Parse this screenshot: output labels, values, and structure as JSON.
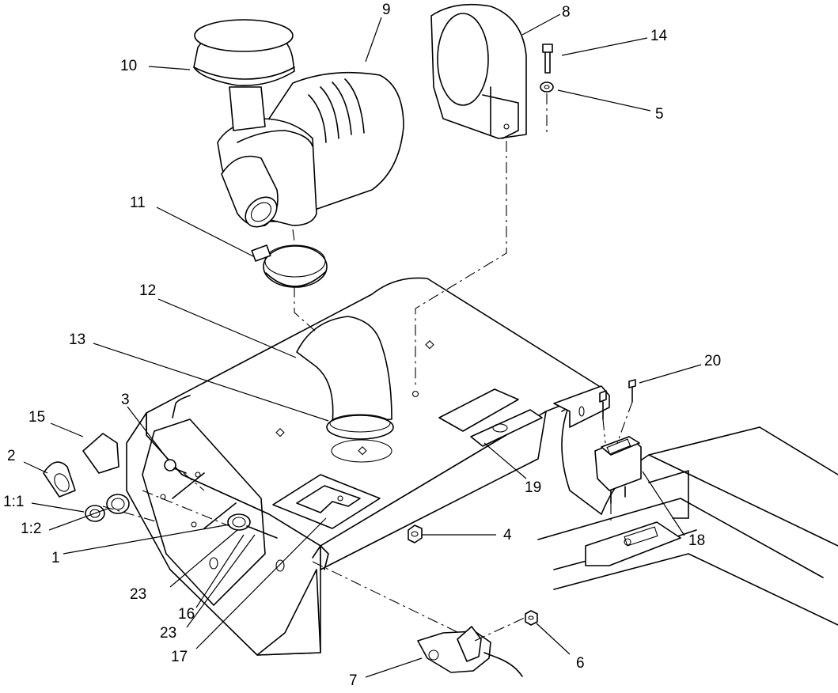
{
  "callouts": [
    "10",
    "9",
    "8",
    "14",
    "5",
    "11",
    "12",
    "13",
    "3",
    "15",
    "2",
    "1:1",
    "1:2",
    "1",
    "23",
    "16",
    "23",
    "17",
    "4",
    "19",
    "20",
    "18",
    "6",
    "7"
  ]
}
